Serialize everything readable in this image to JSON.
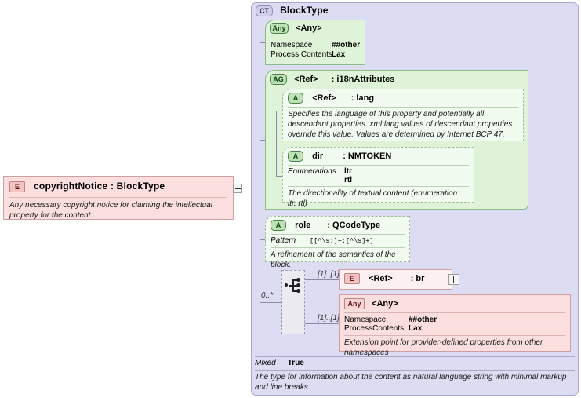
{
  "diagram": {
    "element": {
      "badge": "E",
      "title": "copyrightNotice : BlockType",
      "documentation": "Any necessary copyright notice for claiming the intellectual property for the content."
    },
    "complex_type": {
      "badge": "CT",
      "title": "BlockType",
      "mixed_label": "Mixed",
      "mixed_value": "True",
      "documentation": "The type for information about the content as natural language string with minimal markup and line breaks"
    },
    "any_top": {
      "badge": "Any",
      "title": "<Any>",
      "props": [
        {
          "key": "Namespace",
          "value": "##other"
        },
        {
          "key": "Process Contents",
          "value": "Lax"
        }
      ]
    },
    "attribute_group": {
      "badge": "AG",
      "ref": "<Ref>",
      "name": ": i18nAttributes",
      "attributes": [
        {
          "badge": "A",
          "ref": "<Ref>",
          "name": ": lang",
          "documentation": "Specifies the language of this property and potentially all descendant properties. xml:lang values of descendant properties override this value. Values are determined by Internet BCP 47."
        },
        {
          "badge": "A",
          "ref": "dir",
          "name": ": NMTOKEN",
          "facet_label": "Enumerations",
          "facet_values": [
            "ltr",
            "rtl"
          ],
          "documentation": "The directionality of textual content (enumeration: ltr, rtl)"
        }
      ]
    },
    "attribute_role": {
      "badge": "A",
      "name": "role",
      "type": ": QCodeType",
      "facet_label": "Pattern",
      "facet_value": "[[^\\s:]+:[^\\s]+]",
      "documentation": "A refinement of the semantics of the block."
    },
    "choice": {
      "occurs": "0..*",
      "branch_occurs_top": "[1]..[1]",
      "branch_occurs_bottom": "[1]..[1]"
    },
    "element_br": {
      "badge": "E",
      "ref": "<Ref>",
      "name": ": br",
      "expand": "+"
    },
    "any_bottom": {
      "badge": "Any",
      "title": "<Any>",
      "props": [
        {
          "key": "Namespace",
          "value": "##other"
        },
        {
          "key": "ProcessContents",
          "value": "Lax"
        }
      ],
      "documentation": "Extension point for provider-defined properties from other namespaces"
    },
    "toggles": {
      "collapse": "−",
      "expand": "+"
    }
  }
}
